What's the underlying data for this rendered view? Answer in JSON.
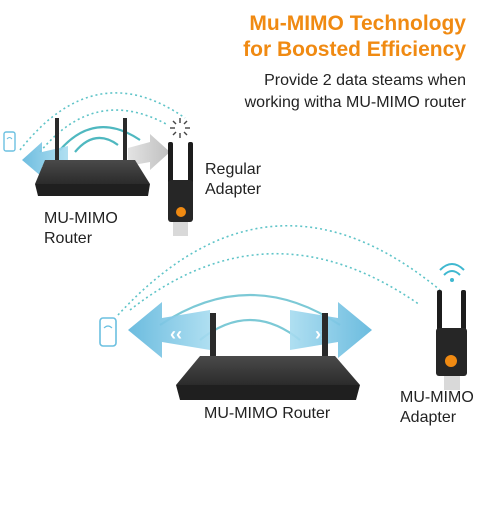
{
  "header": {
    "title_line1": "Mu-MIMO Technology",
    "title_line2": "for Boosted Efficiency",
    "desc_line1": "Provide 2 data steams when",
    "desc_line2": "working witha MU-MIMO router"
  },
  "top_scene": {
    "router_line1": "MU-MIMO",
    "router_line2": "Router",
    "adapter_line1": "Regular",
    "adapter_line2": "Adapter"
  },
  "bottom_scene": {
    "router_label": "MU-MIMO Router",
    "adapter_line1": "MU-MIMO",
    "adapter_line2": "Adapter"
  },
  "colors": {
    "accent": "#f08a12",
    "signal_teal": "#5fc4c8",
    "arrow_blue": "#8fd0ea",
    "arrow_gray": "#c8c8c8",
    "device_dark": "#2a2a2a"
  }
}
